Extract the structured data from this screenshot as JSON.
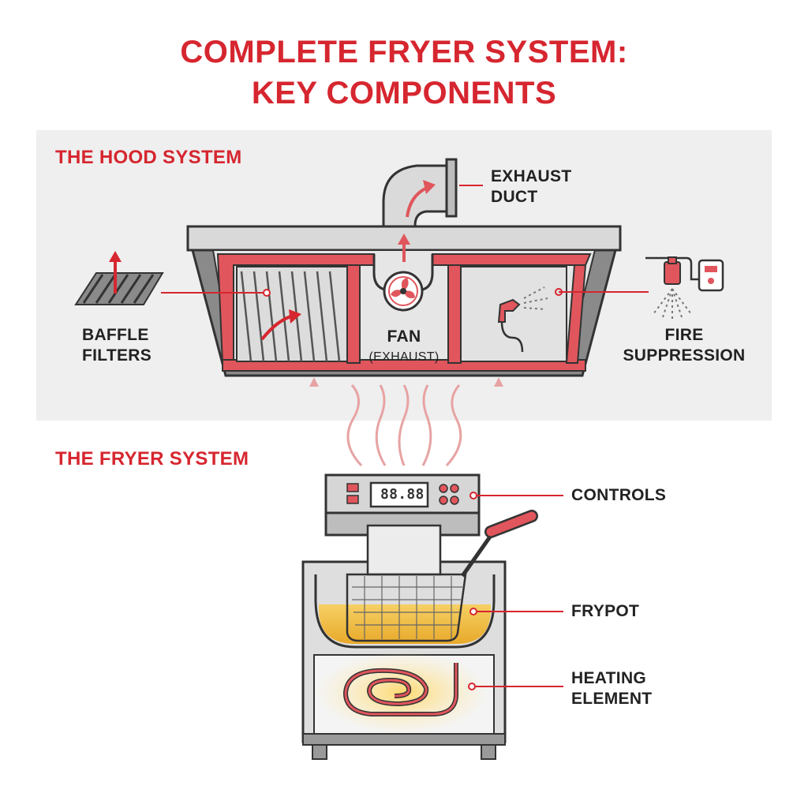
{
  "title": {
    "line1": "COMPLETE FRYER SYSTEM:",
    "line2": "KEY COMPONENTS"
  },
  "hood": {
    "section_title": "THE HOOD SYSTEM",
    "exhaust_duct": {
      "line1": "EXHAUST",
      "line2": "DUCT"
    },
    "baffle_filters": {
      "line1": "BAFFLE",
      "line2": "FILTERS"
    },
    "fan": {
      "line1": "FAN",
      "line2": "(EXHAUST)"
    },
    "fire_suppression": {
      "line1": "FIRE",
      "line2": "SUPPRESSION"
    }
  },
  "fryer": {
    "section_title": "THE FRYER SYSTEM",
    "controls": "CONTROLS",
    "display": "88.88",
    "frypot": "FRYPOT",
    "heating_element": {
      "line1": "HEATING",
      "line2": "ELEMENT"
    }
  },
  "colors": {
    "accent_red": "#d6262f",
    "filter_red": "#e0565c",
    "steel": "#c8c8c8",
    "dark_steel": "#7a7a7a",
    "oil": "#f2c24a",
    "panel_bg": "#efefef"
  }
}
